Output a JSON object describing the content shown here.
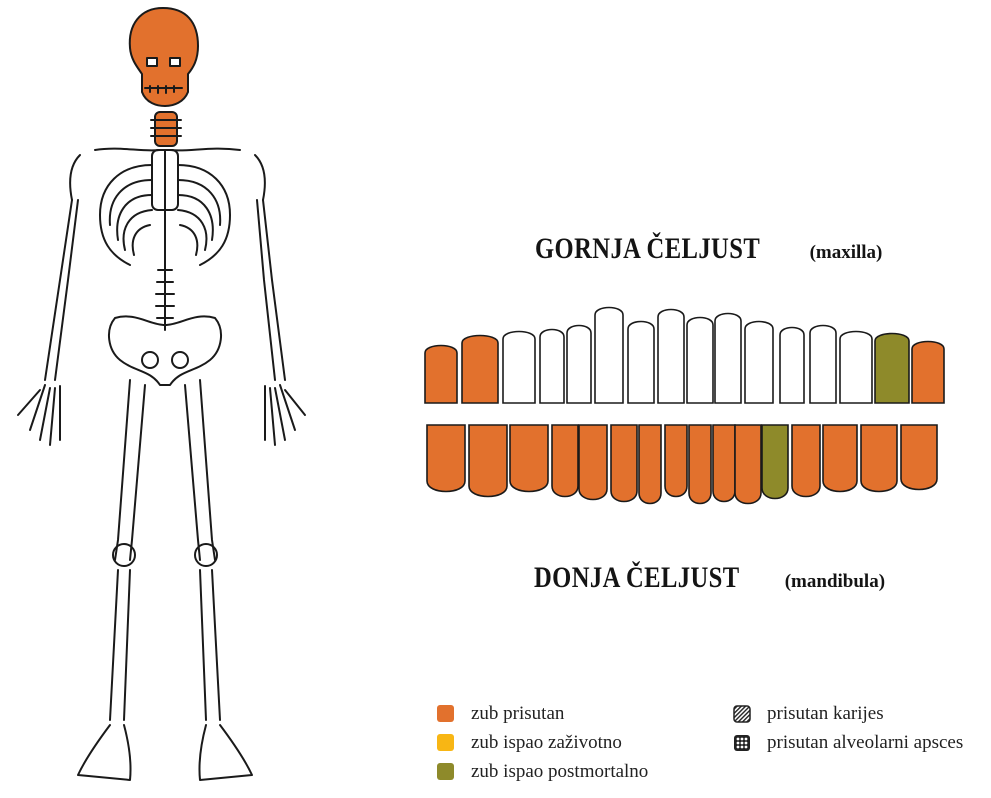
{
  "colors": {
    "present": "#E2712D",
    "lost_antemortem": "#F8B614",
    "lost_postmortem": "#8E8A2A",
    "outline": "#1a1a1a"
  },
  "maxilla": {
    "title": "GORNJA ČELJUST",
    "subtitle": "(maxilla)",
    "teeth_status": [
      "present",
      "present",
      "absent",
      "absent",
      "absent",
      "absent",
      "absent",
      "absent",
      "absent",
      "absent",
      "absent",
      "absent",
      "absent",
      "absent",
      "lost_postmortem",
      "present"
    ]
  },
  "mandibula": {
    "title": "DONJA ČELJUST",
    "subtitle": "(mandibula)",
    "teeth_status": [
      "present",
      "present",
      "present",
      "present",
      "present",
      "present",
      "present",
      "present",
      "present",
      "present",
      "present",
      "lost_postmortem",
      "present",
      "present",
      "present",
      "present"
    ]
  },
  "legend": {
    "left": [
      {
        "label": "zub prisutan",
        "color": "#E2712D"
      },
      {
        "label": "zub ispao zaživotno",
        "color": "#F8B614"
      },
      {
        "label": "zub ispao postmortalno",
        "color": "#8E8A2A"
      }
    ],
    "right": [
      {
        "label": "prisutan karijes",
        "icon": "hatched-square-icon"
      },
      {
        "label": "prisutan alveolarni apsces",
        "icon": "dotted-grid-square-icon"
      }
    ]
  }
}
